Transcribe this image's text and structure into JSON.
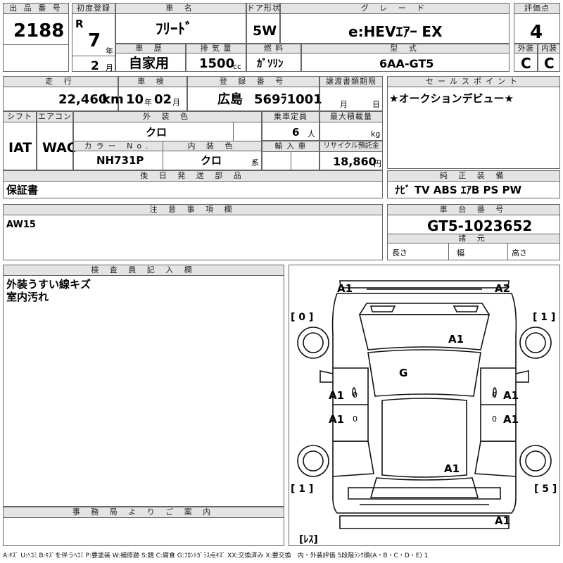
{
  "headers": {
    "lot_no": "出 品 番 号",
    "first_reg": "初度登録",
    "car_name": "車 名",
    "door": "ドア形状",
    "grade": "グ レ ー ド",
    "score": "評価点",
    "history": "車 歴",
    "displacement": "排 気 量",
    "fuel": "燃 料",
    "model": "型 式",
    "exterior": "外装",
    "interior": "内装",
    "mileage": "走 行",
    "shaken": "車 検",
    "plate": "登 録 番 号",
    "transfer": "譲渡書類期限",
    "sales_point": "セールスポイント",
    "shift": "シフト",
    "ac": "エアコン",
    "body_color": "外 装 色",
    "capacity": "乗車定員",
    "max_load": "最大積載量",
    "color_no": "カラー No.",
    "int_color": "内 装 色",
    "import": "輸 入 車",
    "recycle": "リサイクル預託金",
    "later_parts": "後 日 発 送 部 品",
    "equipment": "純 正 装 備",
    "notes": "注 意 事 項 欄",
    "chassis": "車 台 番 号",
    "dims": "諸 元",
    "inspector": "検 査 員 記 入 欄",
    "office": "事 務 局 よ り ご 案 内"
  },
  "lot": {
    "number": "2188"
  },
  "first_registration": {
    "era": "R",
    "year": "7",
    "year_unit": "年",
    "month": "2",
    "month_unit": "月"
  },
  "car": {
    "name": "ﾌﾘｰﾄﾞ",
    "door": "5W",
    "grade": "e:HEVｴｱｰ EX",
    "score": "4"
  },
  "history": "自家用",
  "displacement": {
    "value": "1500",
    "unit": "cc"
  },
  "fuel": "ｶﾞｿﾘﾝ",
  "model": "6AA-GT5",
  "exterior_grade": "C",
  "interior_grade": "C",
  "mileage": {
    "value": "22,460",
    "unit": "km"
  },
  "shaken": {
    "year": "10",
    "year_unit": "年",
    "month": "02",
    "month_unit": "月"
  },
  "plate": {
    "region": "広島",
    "number": "569ﾗ1001"
  },
  "transfer_deadline": {
    "month_unit": "月",
    "day_unit": "日"
  },
  "sales_point": "★オークションデビュー★",
  "shift": "IAT",
  "ac": "WAC",
  "body_color": "クロ",
  "capacity": {
    "value": "6",
    "unit": "人"
  },
  "max_load": {
    "unit": "kg"
  },
  "color_no": "NH731P",
  "interior_color": {
    "value": "クロ",
    "suffix": "系"
  },
  "recycle": {
    "value": "18,860",
    "unit": "円"
  },
  "later_parts": "保証書",
  "equipment": "ﾅﾋﾞ TV ABS ｴｱB PS PW",
  "notes": "AW15",
  "chassis_number": "GT5-1023652",
  "dims": {
    "length": "長さ",
    "width": "幅",
    "height": "高さ"
  },
  "inspector_notes": [
    "外装うすい線キズ",
    "室内汚れ"
  ],
  "diagram": {
    "codes": {
      "front_left": "A1",
      "front_right": "A2",
      "hood": "A1",
      "windshield": "G",
      "left_front_door": "A1",
      "right_front_door": "A1",
      "left_rear_door": "A1",
      "right_rear_door": "A1",
      "roof_rear": "A1",
      "rear_bumper": "A1"
    },
    "zeros": [
      "0",
      "0",
      "0",
      "0"
    ],
    "tire_labels": {
      "fl": "[ 0 ]",
      "fr": "[ 1 ]",
      "rl": "[ 1 ]",
      "rr": "[ 5 ]",
      "spare": "[ﾚｽ]"
    }
  },
  "legend": "A:ｷｽﾞ U:ﾍｺﾐ B:ｷｽﾞを伴うﾍｺﾐ P:要塗装 W:補修跡 S:錆 C:腐食 G:ﾌﾛﾝﾄｶﾞﾗｽ点ｷｽﾞ XX:交換済み X:要交換　内・外装評価 5段階ﾗﾝｸ順(A・B・C・D・E) 1"
}
